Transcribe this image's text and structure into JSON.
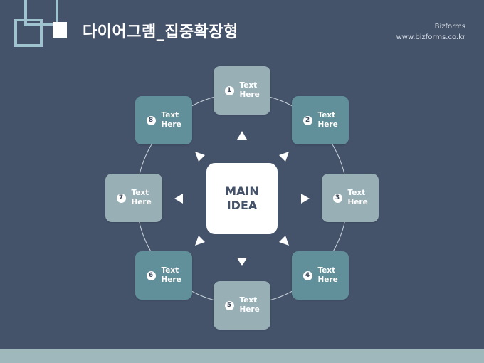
{
  "header": {
    "title": "다이어그램_집중확장형",
    "brand_name": "Bizforms",
    "brand_url": "www.bizforms.co.kr"
  },
  "center": {
    "label": "MAIN IDEA"
  },
  "nodes": [
    {
      "number": "1",
      "label": "Text Here",
      "tone": "light"
    },
    {
      "number": "2",
      "label": "Text Here",
      "tone": "dark"
    },
    {
      "number": "3",
      "label": "Text Here",
      "tone": "light"
    },
    {
      "number": "4",
      "label": "Text Here",
      "tone": "dark"
    },
    {
      "number": "5",
      "label": "Text Here",
      "tone": "light"
    },
    {
      "number": "6",
      "label": "Text Here",
      "tone": "dark"
    },
    {
      "number": "7",
      "label": "Text Here",
      "tone": "light"
    },
    {
      "number": "8",
      "label": "Text Here",
      "tone": "dark"
    }
  ],
  "colors": {
    "background": "#44526a",
    "node_light": "#98afb6",
    "node_dark": "#62909a",
    "bottom_bar": "#9fb8bc"
  }
}
